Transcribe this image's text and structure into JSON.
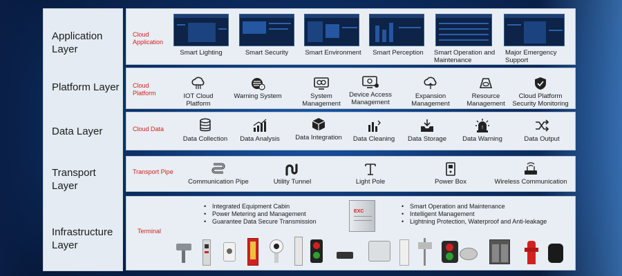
{
  "layers": [
    {
      "id": "application",
      "label": "Application Layer",
      "tag": "Cloud Application"
    },
    {
      "id": "platform",
      "label": "Platform Layer",
      "tag": "Cloud Platform"
    },
    {
      "id": "data",
      "label": "Data Layer",
      "tag": "Cloud Data"
    },
    {
      "id": "transport",
      "label": "Transport Layer",
      "tag": "Transport Pipe"
    },
    {
      "id": "infrastructure",
      "label": "Infrastructure Layer",
      "tag": "Terminal"
    }
  ],
  "application_items": [
    "Smart Lighting",
    "Smart Security",
    "Smart Environment",
    "Smart Perception",
    "Smart Operation and Maintenance",
    "Major Emergency Support"
  ],
  "platform_items": [
    {
      "label": "IOT Cloud Platform",
      "icon": "cloud-icon"
    },
    {
      "label": "Warning System",
      "icon": "warning-signal-icon"
    },
    {
      "label": "System Management",
      "icon": "monitor-settings-icon"
    },
    {
      "label": "Device Access Management",
      "icon": "device-access-icon"
    },
    {
      "label": "Expansion Management",
      "icon": "expansion-cloud-icon"
    },
    {
      "label": "Resource Management",
      "icon": "resource-icon"
    },
    {
      "label": "Cloud Platform Security Monitoring",
      "icon": "shield-check-icon"
    }
  ],
  "data_items": [
    {
      "label": "Data Collection",
      "icon": "database-icon"
    },
    {
      "label": "Data Analysis",
      "icon": "bar-chart-icon"
    },
    {
      "label": "Data Integration",
      "icon": "cube-icon"
    },
    {
      "label": "Data Cleaning",
      "icon": "cleaning-chart-icon"
    },
    {
      "label": "Data Storage",
      "icon": "inbox-download-icon"
    },
    {
      "label": "Data Warning",
      "icon": "alarm-light-icon"
    },
    {
      "label": "Data Output",
      "icon": "shuffle-icon"
    }
  ],
  "transport_items": [
    {
      "label": "Communication Pipe",
      "icon": "pipe-icon"
    },
    {
      "label": "Utility Tunnel",
      "icon": "tunnel-icon"
    },
    {
      "label": "Light Pole",
      "icon": "light-pole-icon"
    },
    {
      "label": "Power Box",
      "icon": "power-box-icon"
    },
    {
      "label": "Wireless Communication",
      "icon": "router-icon"
    }
  ],
  "infrastructure": {
    "bullets_left": [
      "Integrated Equipment Cabin",
      "Power Metering and Management",
      "Guarantee Data Secure Transmission"
    ],
    "bullets_right": [
      "Smart Operation and Maintenance",
      "Intelligent Management",
      "Lightning Protection, Waterproof and Anti-leakage"
    ],
    "cabinet_brand": "EXC"
  },
  "colors": {
    "tag": "#d3201e",
    "panel": "#e8eef4",
    "accent": "#1e3f73"
  }
}
